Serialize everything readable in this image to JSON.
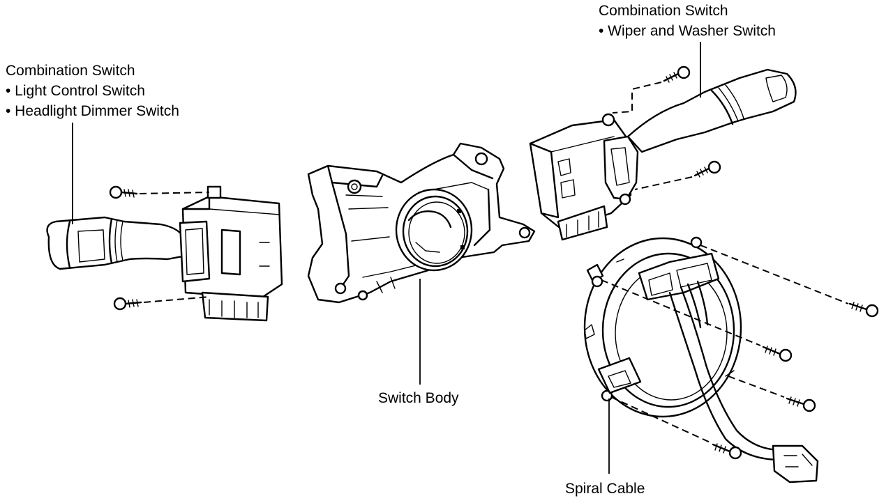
{
  "labels": {
    "light_switch": {
      "title": "Combination Switch",
      "items": [
        "• Light Control Switch",
        "• Headlight Dimmer Switch"
      ]
    },
    "wiper_switch": {
      "title": "Combination Switch",
      "items": [
        "• Wiper and Washer Switch"
      ]
    },
    "switch_body": "Switch Body",
    "spiral_cable": "Spiral Cable"
  },
  "colors": {
    "ink": "#000000",
    "background": "#ffffff"
  }
}
